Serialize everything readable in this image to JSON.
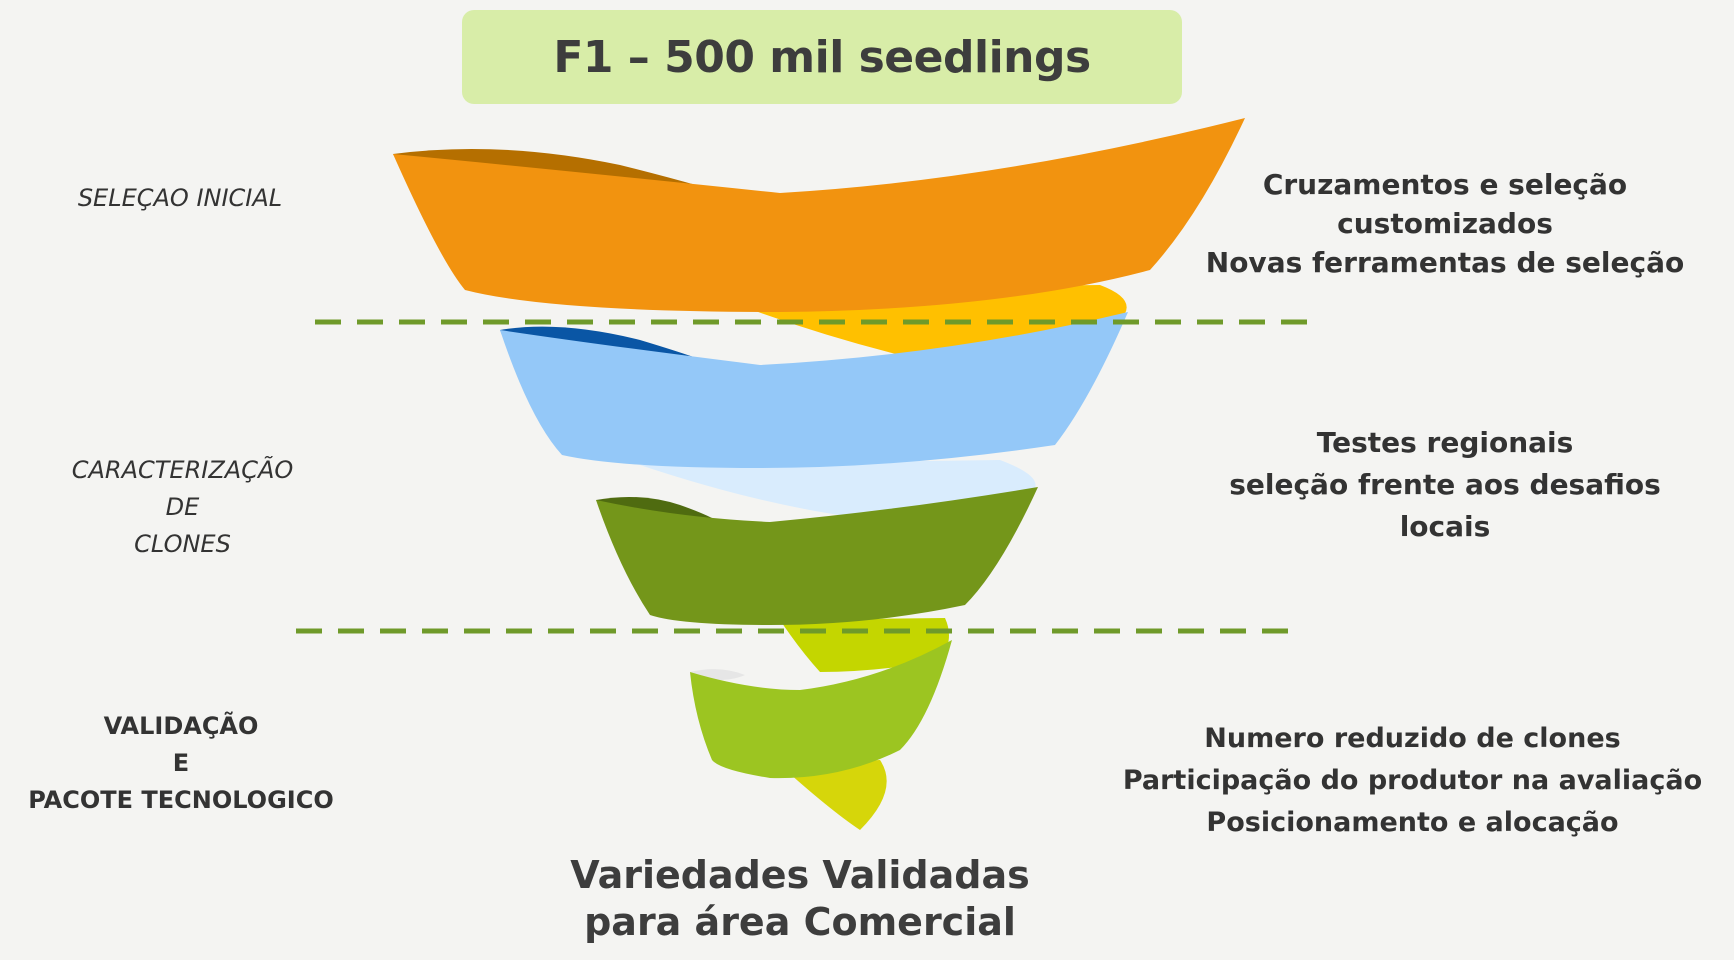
{
  "title": "F1 – 500 mil seedlings",
  "stages": [
    {
      "label_lines": [
        "SELEÇAO INICIAL"
      ]
    },
    {
      "label_lines": [
        "CARACTERIZAÇÃO",
        "DE",
        "CLONES"
      ]
    },
    {
      "label_lines": [
        "VALIDAÇÃO",
        "E",
        "PACOTE TECNOLOGICO"
      ]
    }
  ],
  "descriptions": [
    {
      "lines": [
        "Cruzamentos e seleção",
        "customizados",
        "Novas ferramentas de seleção"
      ]
    },
    {
      "lines": [
        "Testes regionais",
        "seleção frente aos desafios",
        "locais"
      ]
    },
    {
      "lines": [
        "Numero reduzido de clones",
        "Participação do produtor na avaliação",
        "Posicionamento e alocação"
      ]
    }
  ],
  "footer_lines": [
    "Variedades Validadas",
    "para área Comercial"
  ],
  "colors": {
    "title_bg": "#d8eda8",
    "band1": "#f2930f",
    "band1_inner": "#b56f00",
    "band1_back": "#ffc000",
    "band2": "#94c8f8",
    "band2_inner": "#0a56a5",
    "band2_back": "#d9ecfd",
    "band3": "#74961a",
    "band3_inner": "#4f6b10",
    "band3_back": "#c4d600",
    "band4": "#9cc521",
    "band4_back": "#d6d60a",
    "divider": "#6f9a2a"
  }
}
